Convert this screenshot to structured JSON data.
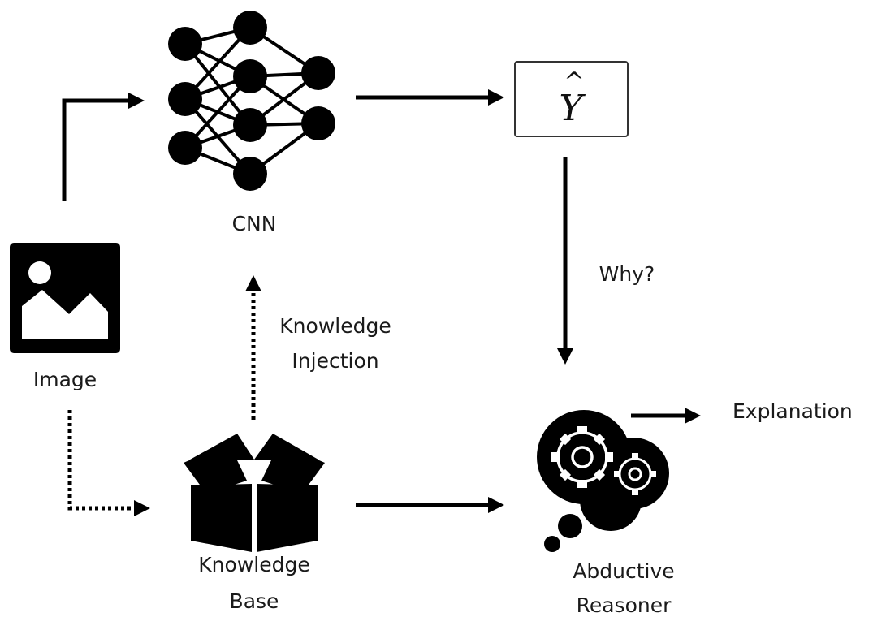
{
  "diagram": {
    "nodes": {
      "image": {
        "label": "Image"
      },
      "cnn": {
        "label": "CNN"
      },
      "yhat": {
        "label": "Y",
        "accent": "^"
      },
      "knowledge_base": {
        "label_line1": "Knowledge",
        "label_line2": "Base"
      },
      "abductive_reasoner": {
        "label_line1": "Abductive",
        "label_line2": "Reasoner"
      },
      "explanation": {
        "label": "Explanation"
      }
    },
    "edge_labels": {
      "knowledge_injection_line1": "Knowledge",
      "knowledge_injection_line2": "Injection",
      "why": "Why?"
    },
    "colors": {
      "ink": "#000000",
      "text": "#1a1a1a",
      "box_border": "#333333",
      "background": "#ffffff"
    },
    "icons": {
      "image": "image-icon",
      "cnn": "neural-network-icon",
      "knowledge_base": "open-box-icon",
      "abductive_reasoner": "gears-thought-bubble-icon"
    }
  }
}
